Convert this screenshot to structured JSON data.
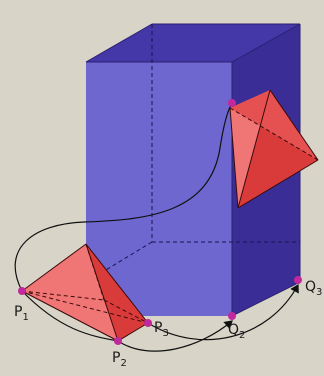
{
  "colors": {
    "background": "#d8d4c8",
    "box_front": "#6e67cf",
    "box_side": "#3a2e96",
    "box_top": "#4438a8",
    "pyramid_light": "#f07575",
    "pyramid_dark": "#d93b3b",
    "point": "#c0289c"
  },
  "points": [
    {
      "id": "P1",
      "letter": "P",
      "sub": "1"
    },
    {
      "id": "P2",
      "letter": "P",
      "sub": "2"
    },
    {
      "id": "P3",
      "letter": "P",
      "sub": "3"
    },
    {
      "id": "Q2",
      "letter": "Q",
      "sub": "2"
    },
    {
      "id": "Q3",
      "letter": "Q",
      "sub": "3"
    }
  ]
}
